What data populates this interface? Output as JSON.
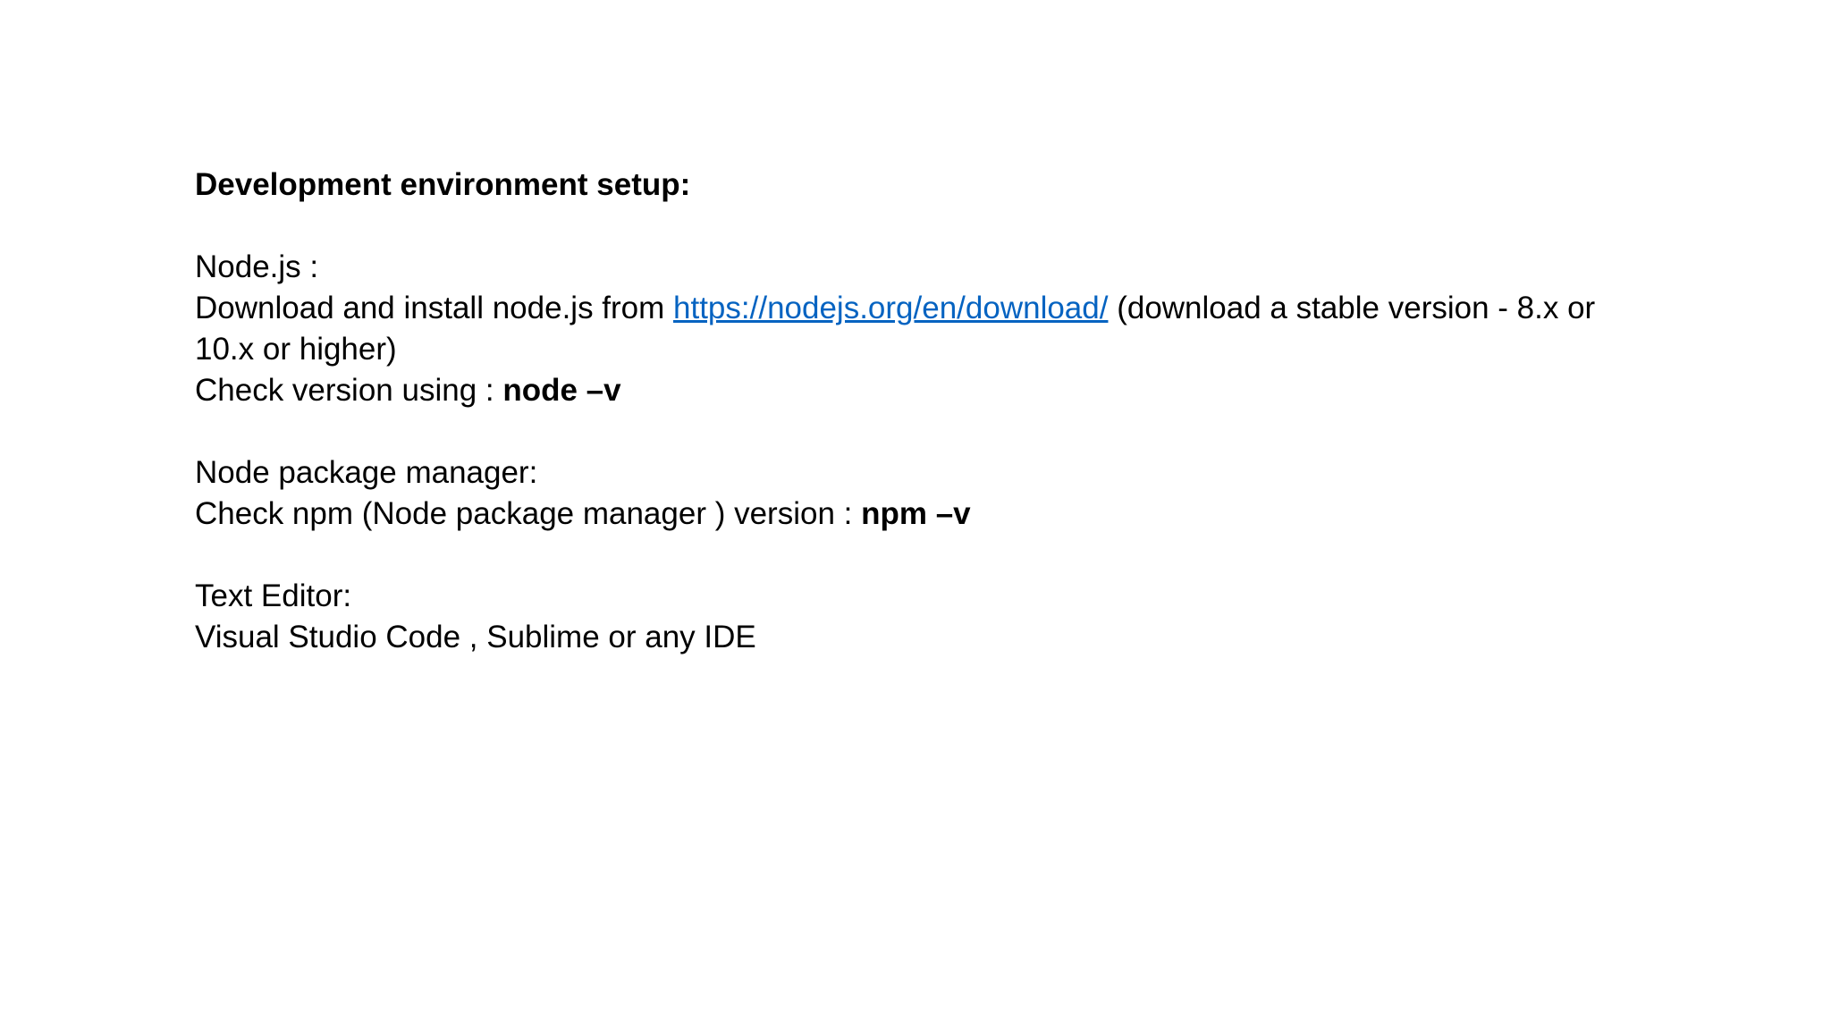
{
  "heading": "Development environment setup:",
  "node": {
    "title": "Node.js :",
    "download_prefix": "Download and install node.js from ",
    "download_url_text": "https://nodejs.org/en/download/",
    "download_suffix": " (download a stable version -  8.x or",
    "download_continuation": "10.x or higher)",
    "check_prefix": "Check version using : ",
    "check_command": "node –v"
  },
  "npm": {
    "title": "Node package manager:",
    "check_prefix": "Check npm (Node package manager ) version : ",
    "check_command": "npm –v"
  },
  "editor": {
    "title": "Text Editor:",
    "options": "Visual Studio Code , Sublime or any IDE"
  },
  "colors": {
    "link": "#0563c1",
    "text": "#000000",
    "background": "#ffffff"
  }
}
